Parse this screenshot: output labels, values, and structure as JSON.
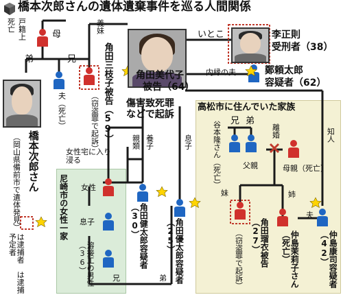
{
  "title": "橋本次郎さんの遺体遺棄事件を巡る人間関係",
  "labels": {
    "koseki": "戸籍上",
    "shibou_koseki": "死亡",
    "haha": "母",
    "otouto_left": "弟",
    "ani_left": "兄",
    "gimai": "義妹",
    "itoko": "いとこ",
    "naien_no_otto": "内縁の夫",
    "otto_shibou": "夫（死亡）",
    "jiro_name": "橋本次郎さん",
    "jiro_note": "（岡山県備前市で遺体発見）",
    "mieko_name": "角田美代子",
    "mieko_status": "被告（64）",
    "mieko_charges": "傷害致死罪などで起訴",
    "mieko_charge_1": "傷害致死罪",
    "mieko_charge_2": "などで起訴",
    "mieko_sister_name": "角田三枝子被告（59）",
    "mieko_sister_charge": "（窃盗罪で起訴）",
    "lee_name": "李正則",
    "lee_status": "受刑者（38）",
    "tei_name": "鄭頼太郎",
    "tei_status": "容疑者（62）",
    "takamatsu_family": "高松市に住んでいた家族",
    "ani_mid": "兄",
    "otouto_mid": "弟",
    "rikon": "離婚",
    "shijin": "知人",
    "taniguchi": "谷本隆さん（死亡）",
    "chichioya": "父親",
    "hahaoya": "母親（死亡）",
    "shinrui": "親類",
    "yoshi": "養子",
    "musuko_top": "息子",
    "josei_taku": "女性宅に入り浸る",
    "amagasaki_family": "尼崎市の女性一家",
    "josei": "女性",
    "musuko": "息子",
    "yosetsu_name": "溶接工の男性（36）",
    "ani_bottom": "兄",
    "otouto_bottom": "弟",
    "imouto": "妹",
    "ane": "姉",
    "otto_bottom": "夫",
    "kentaro": "角田健太郎容疑者（30）",
    "yutaro": "角田優太郎容疑者（25）",
    "rui_name": "角田瑠衣被告（27）",
    "rui_charge": "（窃盗罪で起訴）",
    "mariko": "仲島茉莉子さん（死亡）",
    "yasushi": "仲島康司容疑者（42）",
    "legend_text": "は逮捕者　は逮捕予定者"
  },
  "colors": {
    "blue": "#1f66c2",
    "red": "#d0312d",
    "line": "#1a1a1a",
    "star": "#ffd400",
    "highlight_red": "#c0392b",
    "yellow_bg": "#f4f1d4",
    "green_bg": "#dbecd9"
  }
}
